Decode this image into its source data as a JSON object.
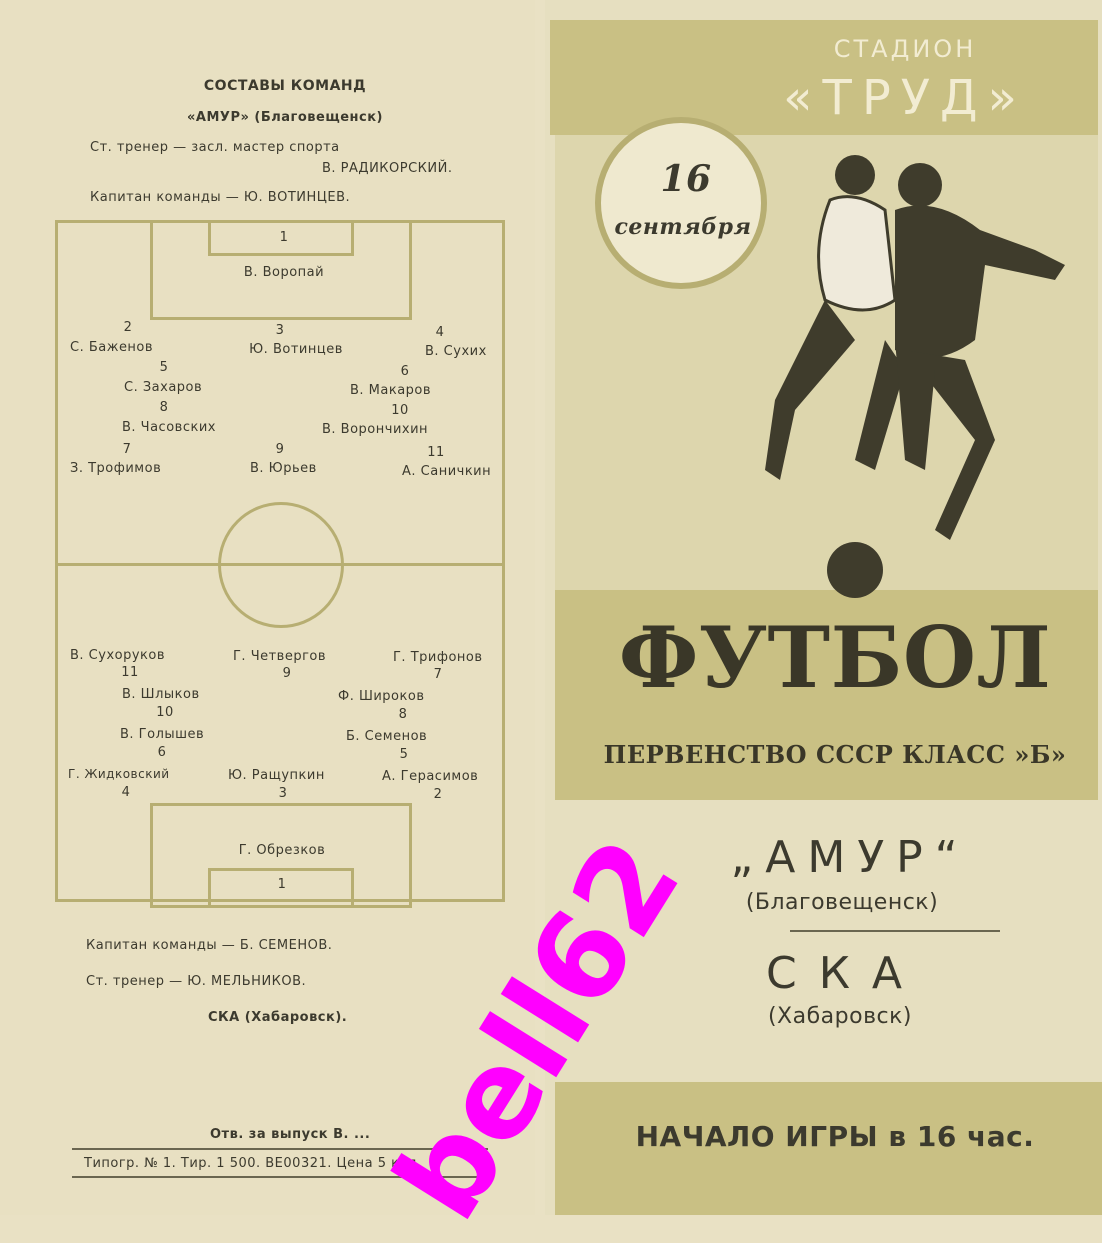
{
  "left_page": {
    "title": "СОСТАВЫ КОМАНД",
    "home_team": "«АМУР» (Благовещенск)",
    "home_coach_label": "Ст. тренер — засл. мастер спорта",
    "home_coach_name": "В. РАДИКОРСКИЙ.",
    "home_captain": "Капитан команды — Ю. ВОТИНЦЕВ.",
    "home_players": [
      {
        "num": "1",
        "name": "В. Воропай"
      },
      {
        "num": "2",
        "name": "С. Баженов"
      },
      {
        "num": "3",
        "name": "Ю. Вотинцев"
      },
      {
        "num": "4",
        "name": "В. Сухих"
      },
      {
        "num": "5",
        "name": "С. Захаров"
      },
      {
        "num": "6",
        "name": "В. Макаров"
      },
      {
        "num": "8",
        "name": "В. Часовских"
      },
      {
        "num": "10",
        "name": "В. Ворончихин"
      },
      {
        "num": "7",
        "name": "З. Трофимов"
      },
      {
        "num": "9",
        "name": "В. Юрьев"
      },
      {
        "num": "11",
        "name": "А. Саничкин"
      }
    ],
    "away_players": [
      {
        "num": "11",
        "name": "В. Сухоруков"
      },
      {
        "num": "9",
        "name": "Г. Четвергов"
      },
      {
        "num": "7",
        "name": "Г. Трифонов"
      },
      {
        "num": "10",
        "name": "В. Шлыков"
      },
      {
        "num": "8",
        "name": "Ф. Широков"
      },
      {
        "num": "6",
        "name": "В. Голышев"
      },
      {
        "num": "5",
        "name": "Б. Семенов"
      },
      {
        "num": "4",
        "name": "Г. Жидковский"
      },
      {
        "num": "3",
        "name": "Ю. Ращупкин"
      },
      {
        "num": "2",
        "name": "А. Герасимов"
      },
      {
        "num": "1",
        "name": "Г. Обрезков"
      }
    ],
    "away_captain": "Капитан команды — Б. СЕМЕНОВ.",
    "away_coach": "Ст. тренер — Ю. МЕЛЬНИКОВ.",
    "away_team": "СКА (Хабаровск).",
    "responsible": "Отв. за выпуск В. ...",
    "imprint": "Типогр. № 1. Тир. 1 500. ВЕ00321. Цена 5 коп."
  },
  "right_page": {
    "stadium_label": "СТАДИОН",
    "stadium_name": "«ТРУД»",
    "date_day": "16",
    "date_month": "сентября",
    "sport": "ФУТБОЛ",
    "championship": "ПЕРВЕНСТВО СССР КЛАСС »Б»",
    "team1": "„АМУР“",
    "team1_city": "(Благовещенск)",
    "team2": "СКА",
    "team2_city": "(Хабаровск)",
    "kickoff": "НАЧАЛО ИГРЫ в 16 час."
  },
  "watermark": "bell62",
  "colors": {
    "paper": "#e8e0c2",
    "olive": "#c9c084",
    "ink": "#3c3a2e",
    "watermark": "#ff00ff"
  }
}
